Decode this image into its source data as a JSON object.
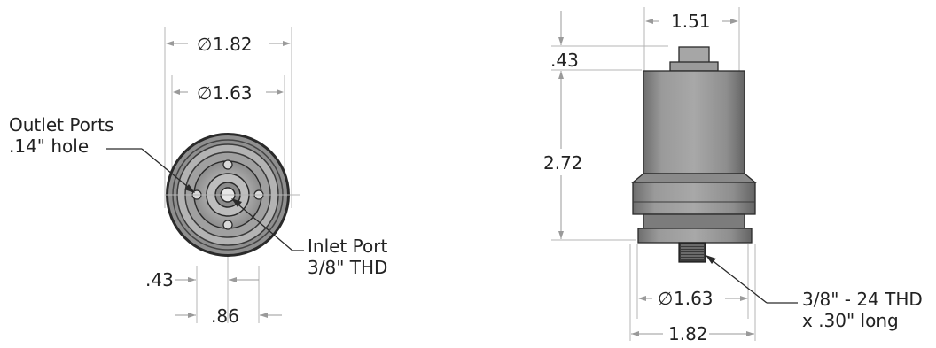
{
  "front_view": {
    "dim_outer_symbol": "∅",
    "dim_outer_value": "1.82",
    "dim_inner_symbol": "∅",
    "dim_inner_value": "1.63",
    "outlet_label_line1": "Outlet Ports",
    "outlet_label_line2": ".14\" hole",
    "inlet_label_line1": "Inlet Port",
    "inlet_label_line2": "3/8\" THD",
    "dim_offset": ".43",
    "dim_spacing": ".86"
  },
  "side_view": {
    "dim_top_width": "1.51",
    "dim_cap_height": ".43",
    "dim_body_height": "2.72",
    "dim_base_inner_symbol": "∅",
    "dim_base_inner_value": "1.63",
    "dim_base_outer": "1.82",
    "thread_label_line1": "3/8\" - 24 THD",
    "thread_label_line2": "x .30\" long"
  },
  "colors": {
    "metal_dark": "#7a7a7a",
    "metal_mid": "#9c9c9c",
    "metal_light": "#c4c4c4",
    "outline": "#2a2a2a",
    "dimension_line": "#9a9a9a"
  }
}
